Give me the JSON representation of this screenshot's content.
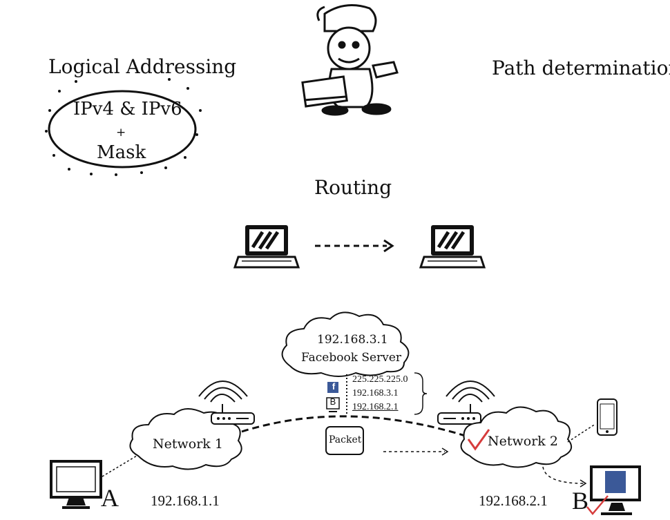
{
  "logical_addressing": {
    "title": "Logical Addressing",
    "line1": "IPv4 & IPv6",
    "line2": "+",
    "line3": "Mask"
  },
  "path_determination": {
    "title": "Path determination"
  },
  "routing": {
    "title": "Routing"
  },
  "network_diagram": {
    "server": {
      "ip": "192.168.3.1",
      "name": "Facebook Server"
    },
    "routing_entries": [
      "225.225.225.0",
      "192.168.3.1",
      "192.168.2.1"
    ],
    "facebook_badge": "f",
    "b_badge": "B",
    "packet_label": "Packet",
    "network1": {
      "label": "Network 1",
      "ip": "192.168.1.1",
      "host": "A"
    },
    "network2": {
      "label": "Network 2",
      "ip": "192.168.2.1",
      "host": "B"
    }
  },
  "colors": {
    "facebook_blue": "#3b5998",
    "check_red": "#d63c3c",
    "ink": "#111111"
  }
}
